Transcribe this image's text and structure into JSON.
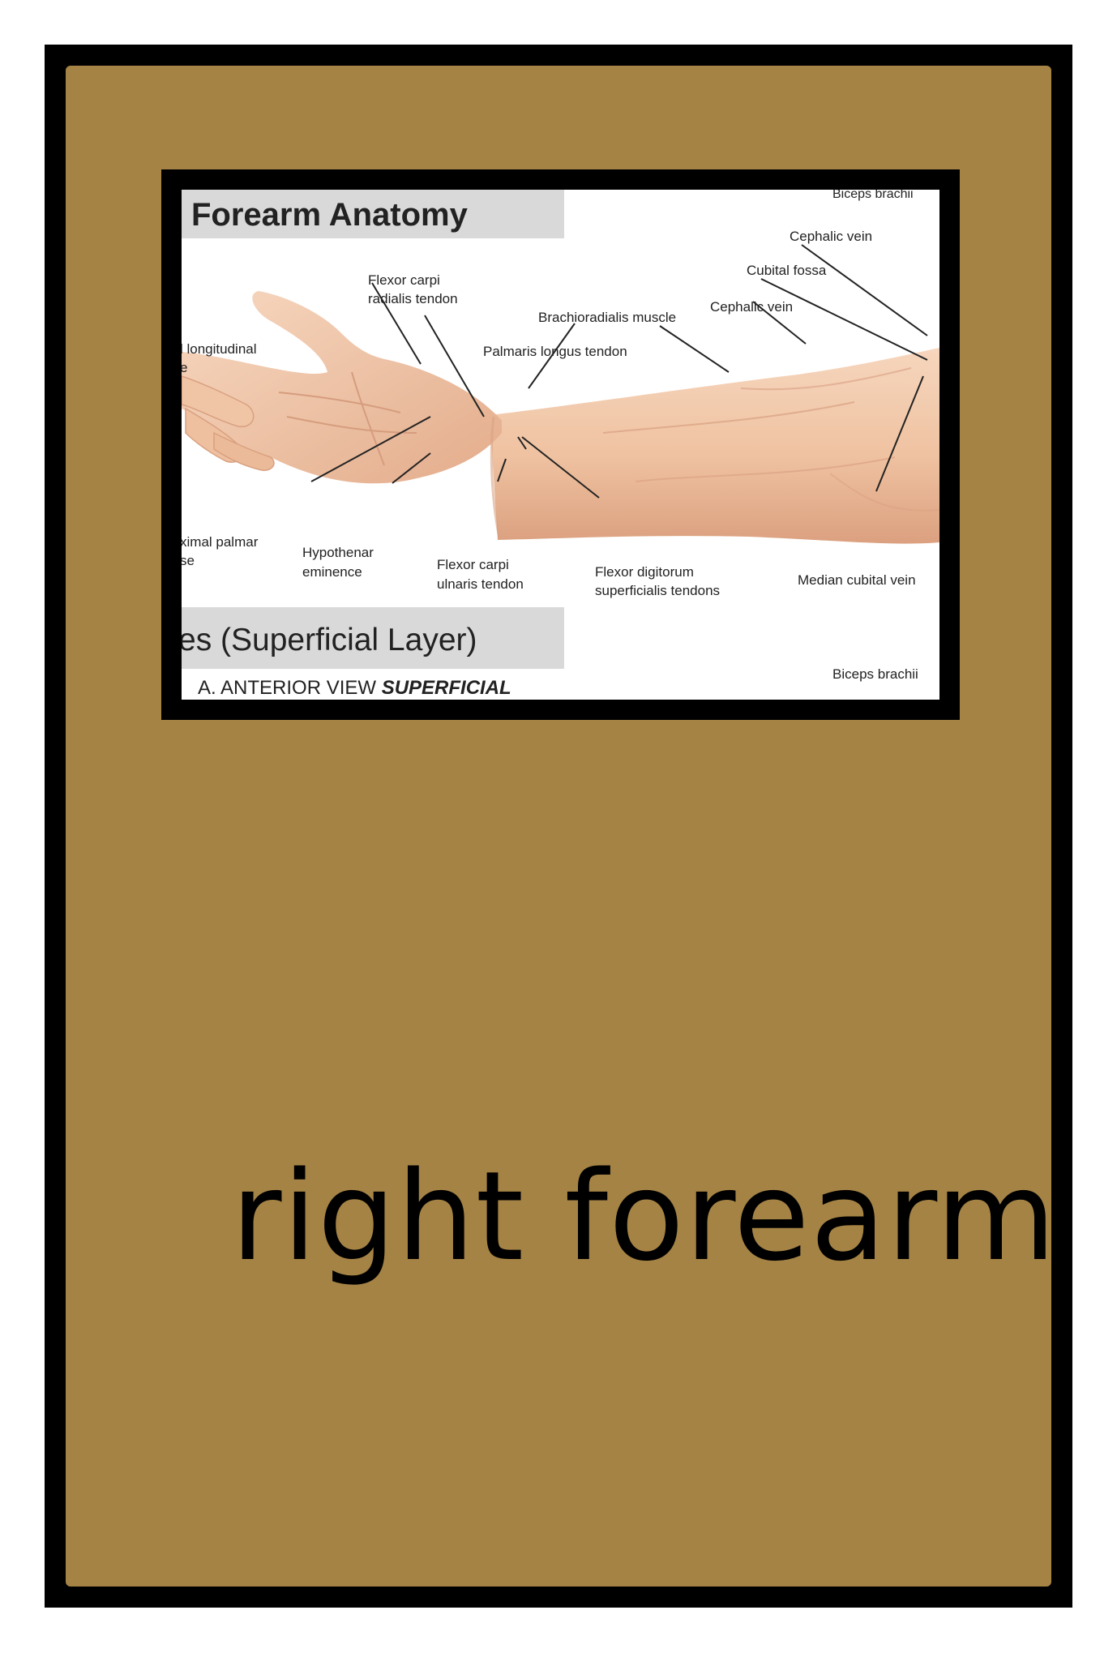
{
  "card": {
    "word": "right forearm",
    "colors": {
      "frame": "#000000",
      "panel": "#a58345",
      "text": "#000000"
    }
  },
  "figure": {
    "title": "Forearm Anatomy",
    "subtitle": "es (Superficial Layer)",
    "view_label_prefix": "A. ANTERIOR VIEW ",
    "view_label_emphasis": "SUPERFICIAL",
    "labels": {
      "biceps_top": "Biceps brachii",
      "cephalic_vein_upper": "Cephalic vein",
      "cubital_fossa": "Cubital fossa",
      "cephalic_vein_lower": "Cephalic vein",
      "brachioradialis": "Brachioradialis muscle",
      "flexor_carpi_radialis_1": "Flexor carpi",
      "flexor_carpi_radialis_2": "radialis tendon",
      "palmaris_longus": "Palmaris longus tendon",
      "longitudinal_1": "l longitudinal",
      "longitudinal_2": "e",
      "proximal_palmar_1": "ximal palmar",
      "proximal_palmar_2": "se",
      "hypothenar_1": "Hypothenar",
      "hypothenar_2": "eminence",
      "flexor_carpi_ulnaris_1": "Flexor carpi",
      "flexor_carpi_ulnaris_2": "ulnaris tendon",
      "flexor_digitorum_1": "Flexor digitorum",
      "flexor_digitorum_2": "superficialis tendons",
      "median_cubital": "Median cubital vein",
      "biceps_bottom": "Biceps brachii"
    },
    "colors": {
      "skin": "#f2c8a8",
      "skin_shadow": "#e2a886",
      "banner": "#d9d9d9"
    }
  }
}
